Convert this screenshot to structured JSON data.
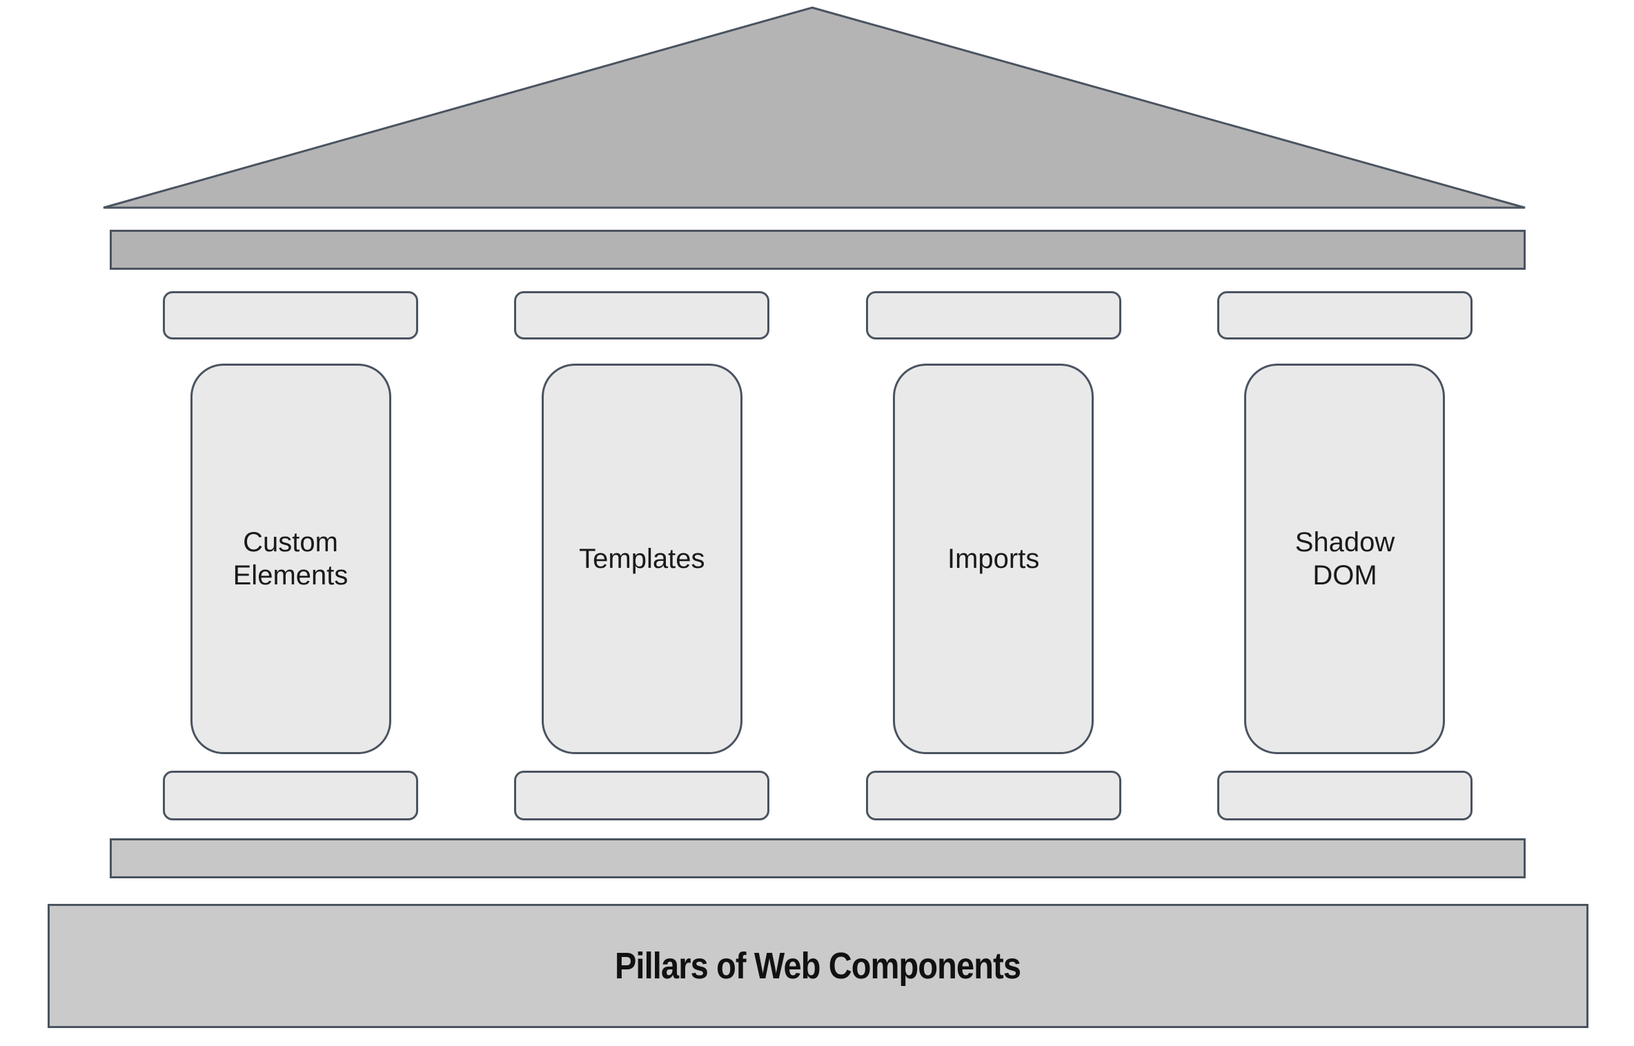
{
  "diagram": {
    "title": "Pillars of Web Components",
    "pillars": [
      {
        "label": "Custom Elements"
      },
      {
        "label": "Templates"
      },
      {
        "label": "Imports"
      },
      {
        "label": "Shadow DOM"
      }
    ],
    "colors": {
      "roof_fill": "#b4b4b4",
      "architrave_fill": "#b3b3b3",
      "column_fill": "#e9e9e9",
      "stylobate_fill": "#c7c7c7",
      "plinth_fill": "#cacaca",
      "outline": "#4a5360",
      "label_text": "#1a1a1a",
      "title_text": "#111111"
    }
  }
}
